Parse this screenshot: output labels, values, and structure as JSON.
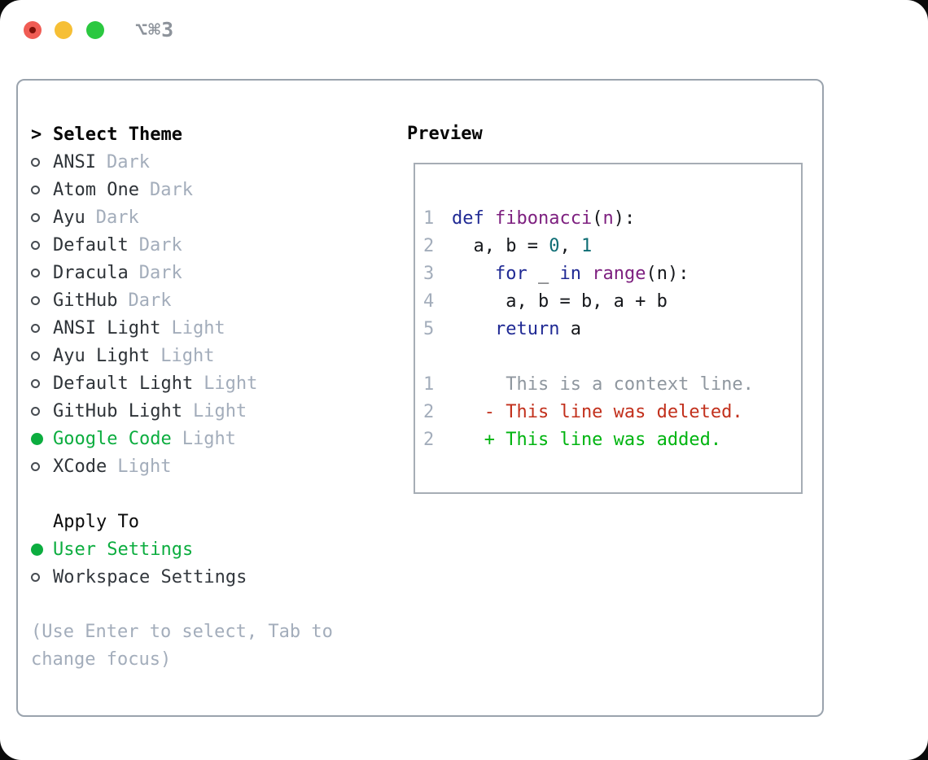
{
  "titlebar": {
    "shortcut": "⌥⌘3"
  },
  "theme_picker": {
    "cursor": ">",
    "title": "Select Theme",
    "items": [
      {
        "name": "ANSI",
        "variant": "Dark",
        "selected": false
      },
      {
        "name": "Atom One",
        "variant": "Dark",
        "selected": false
      },
      {
        "name": "Ayu",
        "variant": "Dark",
        "selected": false
      },
      {
        "name": "Default",
        "variant": "Dark",
        "selected": false
      },
      {
        "name": "Dracula",
        "variant": "Dark",
        "selected": false
      },
      {
        "name": "GitHub",
        "variant": "Dark",
        "selected": false
      },
      {
        "name": "ANSI Light",
        "variant": "Light",
        "selected": false
      },
      {
        "name": "Ayu Light",
        "variant": "Light",
        "selected": false
      },
      {
        "name": "Default Light",
        "variant": "Light",
        "selected": false
      },
      {
        "name": "GitHub Light",
        "variant": "Light",
        "selected": false
      },
      {
        "name": "Google Code",
        "variant": "Light",
        "selected": true
      },
      {
        "name": "XCode",
        "variant": "Light",
        "selected": false
      }
    ]
  },
  "apply_to": {
    "title": "Apply To",
    "options": [
      {
        "label": "User Settings",
        "selected": true
      },
      {
        "label": "Workspace Settings",
        "selected": false
      }
    ]
  },
  "help_text": "(Use Enter to select, Tab to\nchange focus)",
  "preview": {
    "title": "Preview",
    "code_lines": [
      {
        "num": "1",
        "tokens": [
          {
            "text": "def",
            "type": "keyword"
          },
          {
            "text": " ",
            "type": "plain"
          },
          {
            "text": "fibonacci",
            "type": "title"
          },
          {
            "text": "(",
            "type": "plain"
          },
          {
            "text": "n",
            "type": "title"
          },
          {
            "text": "):",
            "type": "plain"
          }
        ]
      },
      {
        "num": "2",
        "tokens": [
          {
            "text": "  a, b = ",
            "type": "plain"
          },
          {
            "text": "0",
            "type": "number"
          },
          {
            "text": ", ",
            "type": "plain"
          },
          {
            "text": "1",
            "type": "number"
          }
        ]
      },
      {
        "num": "3",
        "tokens": [
          {
            "text": "    ",
            "type": "plain"
          },
          {
            "text": "for",
            "type": "keyword"
          },
          {
            "text": " _ ",
            "type": "plain"
          },
          {
            "text": "in",
            "type": "keyword"
          },
          {
            "text": " ",
            "type": "plain"
          },
          {
            "text": "range",
            "type": "title"
          },
          {
            "text": "(n):",
            "type": "plain"
          }
        ]
      },
      {
        "num": "4",
        "tokens": [
          {
            "text": "     a, b = b, a + b",
            "type": "plain"
          }
        ]
      },
      {
        "num": "5",
        "tokens": [
          {
            "text": "    ",
            "type": "plain"
          },
          {
            "text": "return",
            "type": "keyword"
          },
          {
            "text": " a",
            "type": "plain"
          }
        ]
      }
    ],
    "diff_lines": [
      {
        "num": "1",
        "text": "     This is a context line.",
        "type": "context"
      },
      {
        "num": "2",
        "text": "   - This line was deleted.",
        "type": "deleted"
      },
      {
        "num": "2",
        "text": "   + This line was added.",
        "type": "added"
      }
    ]
  },
  "colors": {
    "accent_green": "#0cad3f",
    "keyword_blue": "#202a94",
    "function_purple": "#7d1f7f",
    "number_teal": "#0e6d74",
    "diff_red": "#c2301c",
    "diff_green": "#00b410",
    "muted_gray": "#a3adbb",
    "text_dark": "#2e3338",
    "border_gray": "#9aa3ad",
    "traffic_red": "#f05c54",
    "traffic_yellow": "#f6bf35",
    "traffic_green": "#2bc840"
  }
}
